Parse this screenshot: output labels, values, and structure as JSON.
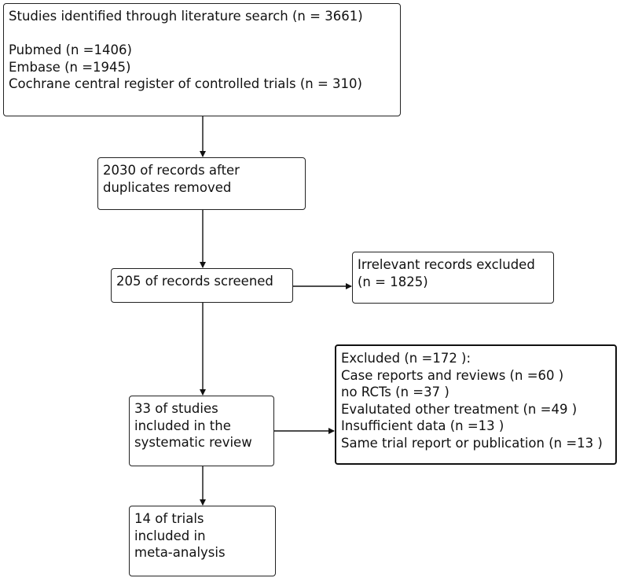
{
  "boxes": {
    "search": {
      "lines": [
        "Studies identified through literature search (n = 3661)",
        "",
        "Pubmed (n =1406)",
        "Embase (n =1945)",
        "Cochrane central register of controlled trials (n = 310)"
      ]
    },
    "dedup": {
      "lines": [
        "2030 of records after",
        "duplicates removed"
      ]
    },
    "screened": {
      "lines": [
        "205 of records screened"
      ]
    },
    "irrelevant": {
      "lines": [
        "Irrelevant records excluded",
        "(n = 1825)"
      ]
    },
    "review": {
      "lines": [
        "33 of studies",
        "included in the",
        "systematic review"
      ]
    },
    "excluded": {
      "lines": [
        "Excluded (n =172 ):",
        "Case reports and reviews (n =60 )",
        "no RCTs (n =37 )",
        "Evalutated other treatment (n =49 )",
        "Insufficient data (n =13 )",
        "Same trial report or publication (n =13 )"
      ]
    },
    "meta": {
      "lines": [
        "14 of trials",
        "included in",
        "meta-analysis"
      ]
    }
  },
  "colors": {
    "border": "#222222",
    "arrow": "#111111",
    "background": "#ffffff"
  }
}
